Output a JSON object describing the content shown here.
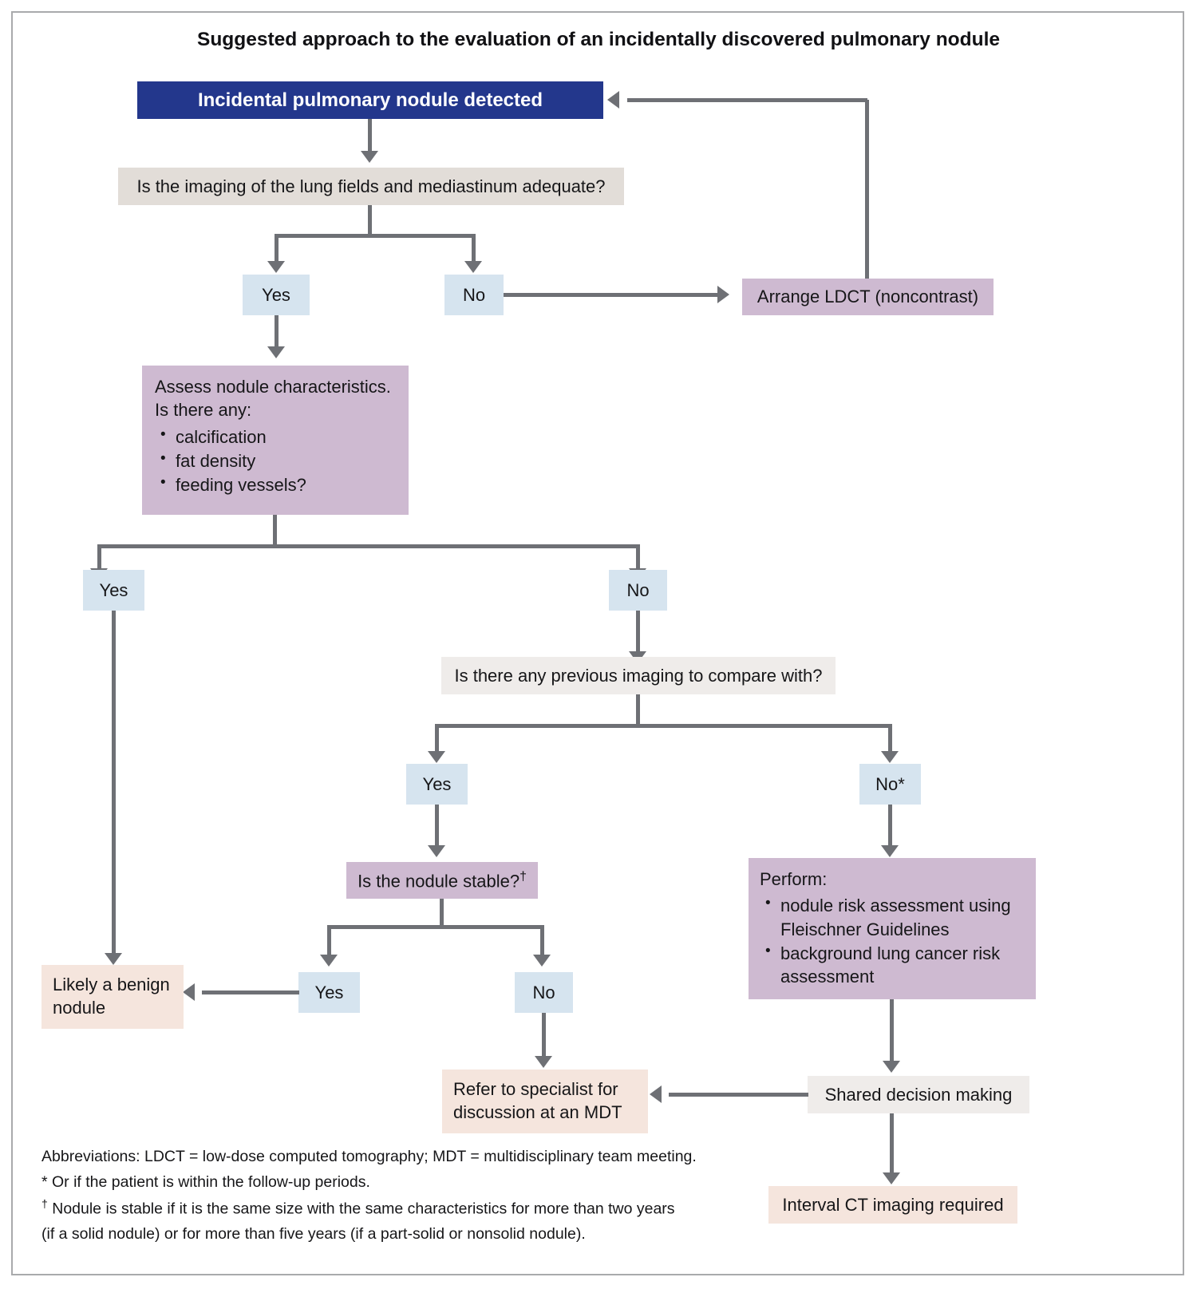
{
  "figure": {
    "title": "Suggested approach to the evaluation of an incidentally discovered pulmonary nodule"
  },
  "colors": {
    "start_box": "#23378c",
    "question_box": "#e2ddd8",
    "question_box_alt": "#efecea",
    "action_box": "#cebad1",
    "decision_label": "#d6e4ef",
    "outcome_box": "#f5e5dd",
    "connector": "#6e7075",
    "frame": "#a9aaac"
  },
  "nodes": {
    "start": "Incidental pulmonary nodule detected",
    "q_imaging_adequate": "Is the imaging of the lung fields and mediastinum adequate?",
    "imaging_yes": "Yes",
    "imaging_no": "No",
    "arrange_ldct": "Arrange LDCT (noncontrast)",
    "assess_heading_line1": "Assess nodule characteristics.",
    "assess_heading_line2": "Is there any:",
    "assess_bullets": [
      "calcification",
      "fat density",
      "feeding vessels?"
    ],
    "assess_yes": "Yes",
    "assess_no": "No",
    "q_previous_imaging": "Is there any previous imaging to compare with?",
    "previous_yes": "Yes",
    "previous_no": "No*",
    "q_nodule_stable": "Is the nodule stable?",
    "q_nodule_stable_marker": "†",
    "stable_yes": "Yes",
    "stable_no": "No",
    "benign_line1": "Likely a benign",
    "benign_line2": "nodule",
    "refer_line1": "Refer to specialist for",
    "refer_line2": "discussion at an MDT",
    "perform_heading": "Perform:",
    "perform_bullets": [
      "nodule risk assessment using Fleischner Guidelines",
      "background lung cancer risk assessment"
    ],
    "shared_decision": "Shared decision making",
    "interval_ct": "Interval CT imaging required"
  },
  "footnotes": {
    "abbreviations": "Abbreviations: LDCT = low-dose computed tomography; MDT = multidisciplinary team meeting.",
    "asterisk_marker": "*",
    "asterisk": "Or if the patient is within the follow-up periods.",
    "dagger_marker": "†",
    "dagger_line1": "Nodule is stable if it is the same size with the same characteristics for more than two years",
    "dagger_line2": "(if a solid nodule) or for more than five years (if a part-solid or nonsolid nodule)."
  }
}
